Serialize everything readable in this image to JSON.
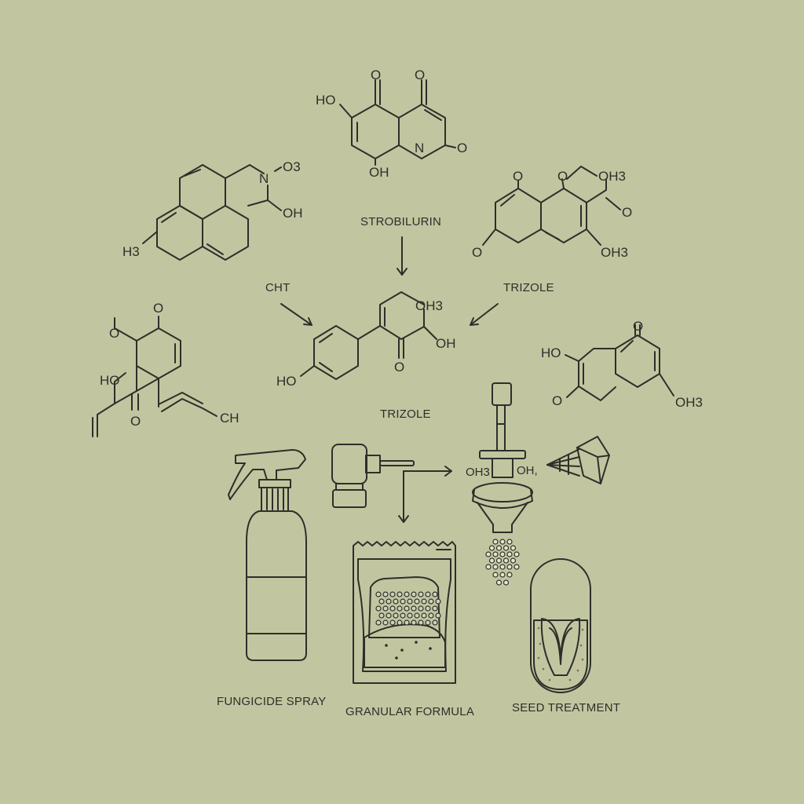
{
  "colors": {
    "background": "#c2c6a0",
    "line": "#2d2f2a",
    "bottle_body": "#f2ecd6",
    "bottle_liquid": "#9fbcc2",
    "cap_green": "#9aa678",
    "nozzle_red": "#c97a66",
    "bag_olive": "#8e9866",
    "bag_powder": "#a9c8d6",
    "seed_fill": "#e7d8bf",
    "seed_red": "#c98b7a"
  },
  "molecules": {
    "top": {
      "atoms": [
        "HO",
        "O",
        "O",
        "N",
        "O",
        "OH"
      ]
    },
    "upper_left": {
      "atoms": [
        "N",
        "O3",
        "OH",
        "H3"
      ]
    },
    "upper_right": {
      "atoms": [
        "O",
        "O",
        "OH3",
        "O",
        "O",
        "OH3"
      ]
    },
    "center": {
      "atoms": [
        "OH3",
        "OH",
        "O",
        "HO"
      ]
    },
    "left": {
      "atoms": [
        "O",
        "O",
        "HO",
        "O",
        "CH"
      ]
    },
    "right": {
      "atoms": [
        "HO",
        "O",
        "O",
        "OH3"
      ]
    }
  },
  "labels": {
    "strobilurin": "STROBILURIN",
    "cht": "CHT",
    "trizole_right": "TRIZOLE",
    "trizole_center": "TRIZOLE",
    "fungicide_spray": "FUNGICIDE SPRAY",
    "granular_formula": "GRANULAR FORMULA",
    "seed_treatment": "SEED TREATMENT"
  },
  "device": {
    "atoms": [
      "OH3",
      "OH,"
    ]
  },
  "icons": [
    "spray-bottle-icon",
    "granule-bag-icon",
    "nozzle-icon",
    "press-icon",
    "seed-capsule-icon"
  ]
}
